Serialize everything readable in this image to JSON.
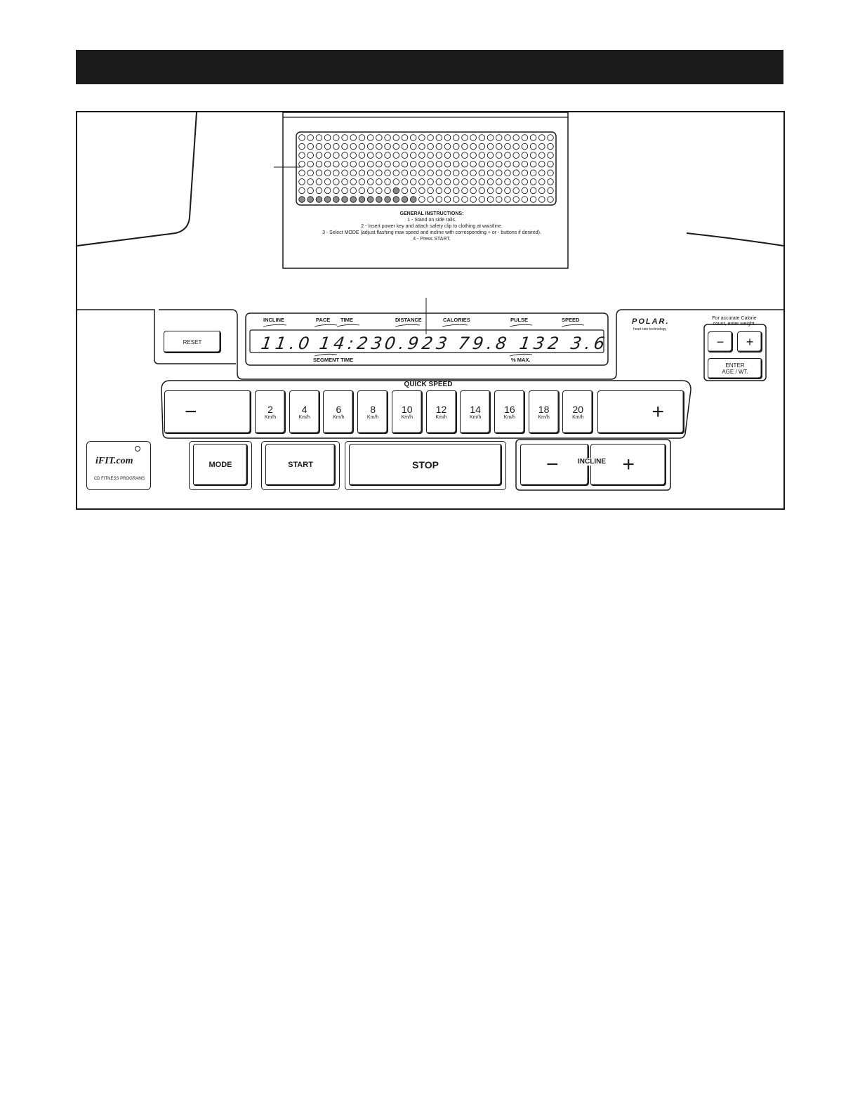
{
  "instructions": {
    "title": "GENERAL INSTRUCTIONS:",
    "lines": [
      "1 - Stand on side rails.",
      "2 - Insert power key and attach safety clip to clothing at waistline.",
      "3 - Select MODE (adjust flashing max speed and incline with corresponding + or - buttons if desired).",
      "4 - Press START."
    ]
  },
  "display": {
    "labels": {
      "incline": "INCLINE",
      "pace": "PACE",
      "time": "TIME",
      "distance": "DISTANCE",
      "calories": "CALORIES",
      "pulse": "PULSE",
      "speed": "SPEED",
      "segment_time": "SEGMENT TIME",
      "pct_max": "% MAX."
    },
    "values": {
      "incline": "11.0",
      "time": "14:23",
      "distance": "0.923",
      "calories": "79.8",
      "pulse": "132",
      "speed": "3.6"
    }
  },
  "matrix": {
    "cols": 30,
    "rows": 8,
    "lit_bottom_row_count": 14
  },
  "buttons": {
    "reset": "RESET",
    "quick_speed_title": "QUICK SPEED",
    "speed_minus": "−",
    "speed_plus": "+",
    "speeds": [
      "2",
      "4",
      "6",
      "8",
      "10",
      "12",
      "14",
      "16",
      "18",
      "20"
    ],
    "speed_unit": "Km/h",
    "mode": "MODE",
    "start": "START",
    "stop": "STOP",
    "incline_label": "INCLINE",
    "incline_minus": "−",
    "incline_plus": "+",
    "weight_minus": "−",
    "weight_plus": "+",
    "enter_line1": "ENTER",
    "enter_line2": "AGE / WT."
  },
  "calorie_note": [
    "For accurate Calorie",
    "count, enter weight."
  ],
  "polar": {
    "brand": "POLAR.",
    "tagline": "heart rate technology"
  },
  "ifit": {
    "logo": "iFIT.com",
    "caption": "CD FITNESS PROGRAMS"
  }
}
